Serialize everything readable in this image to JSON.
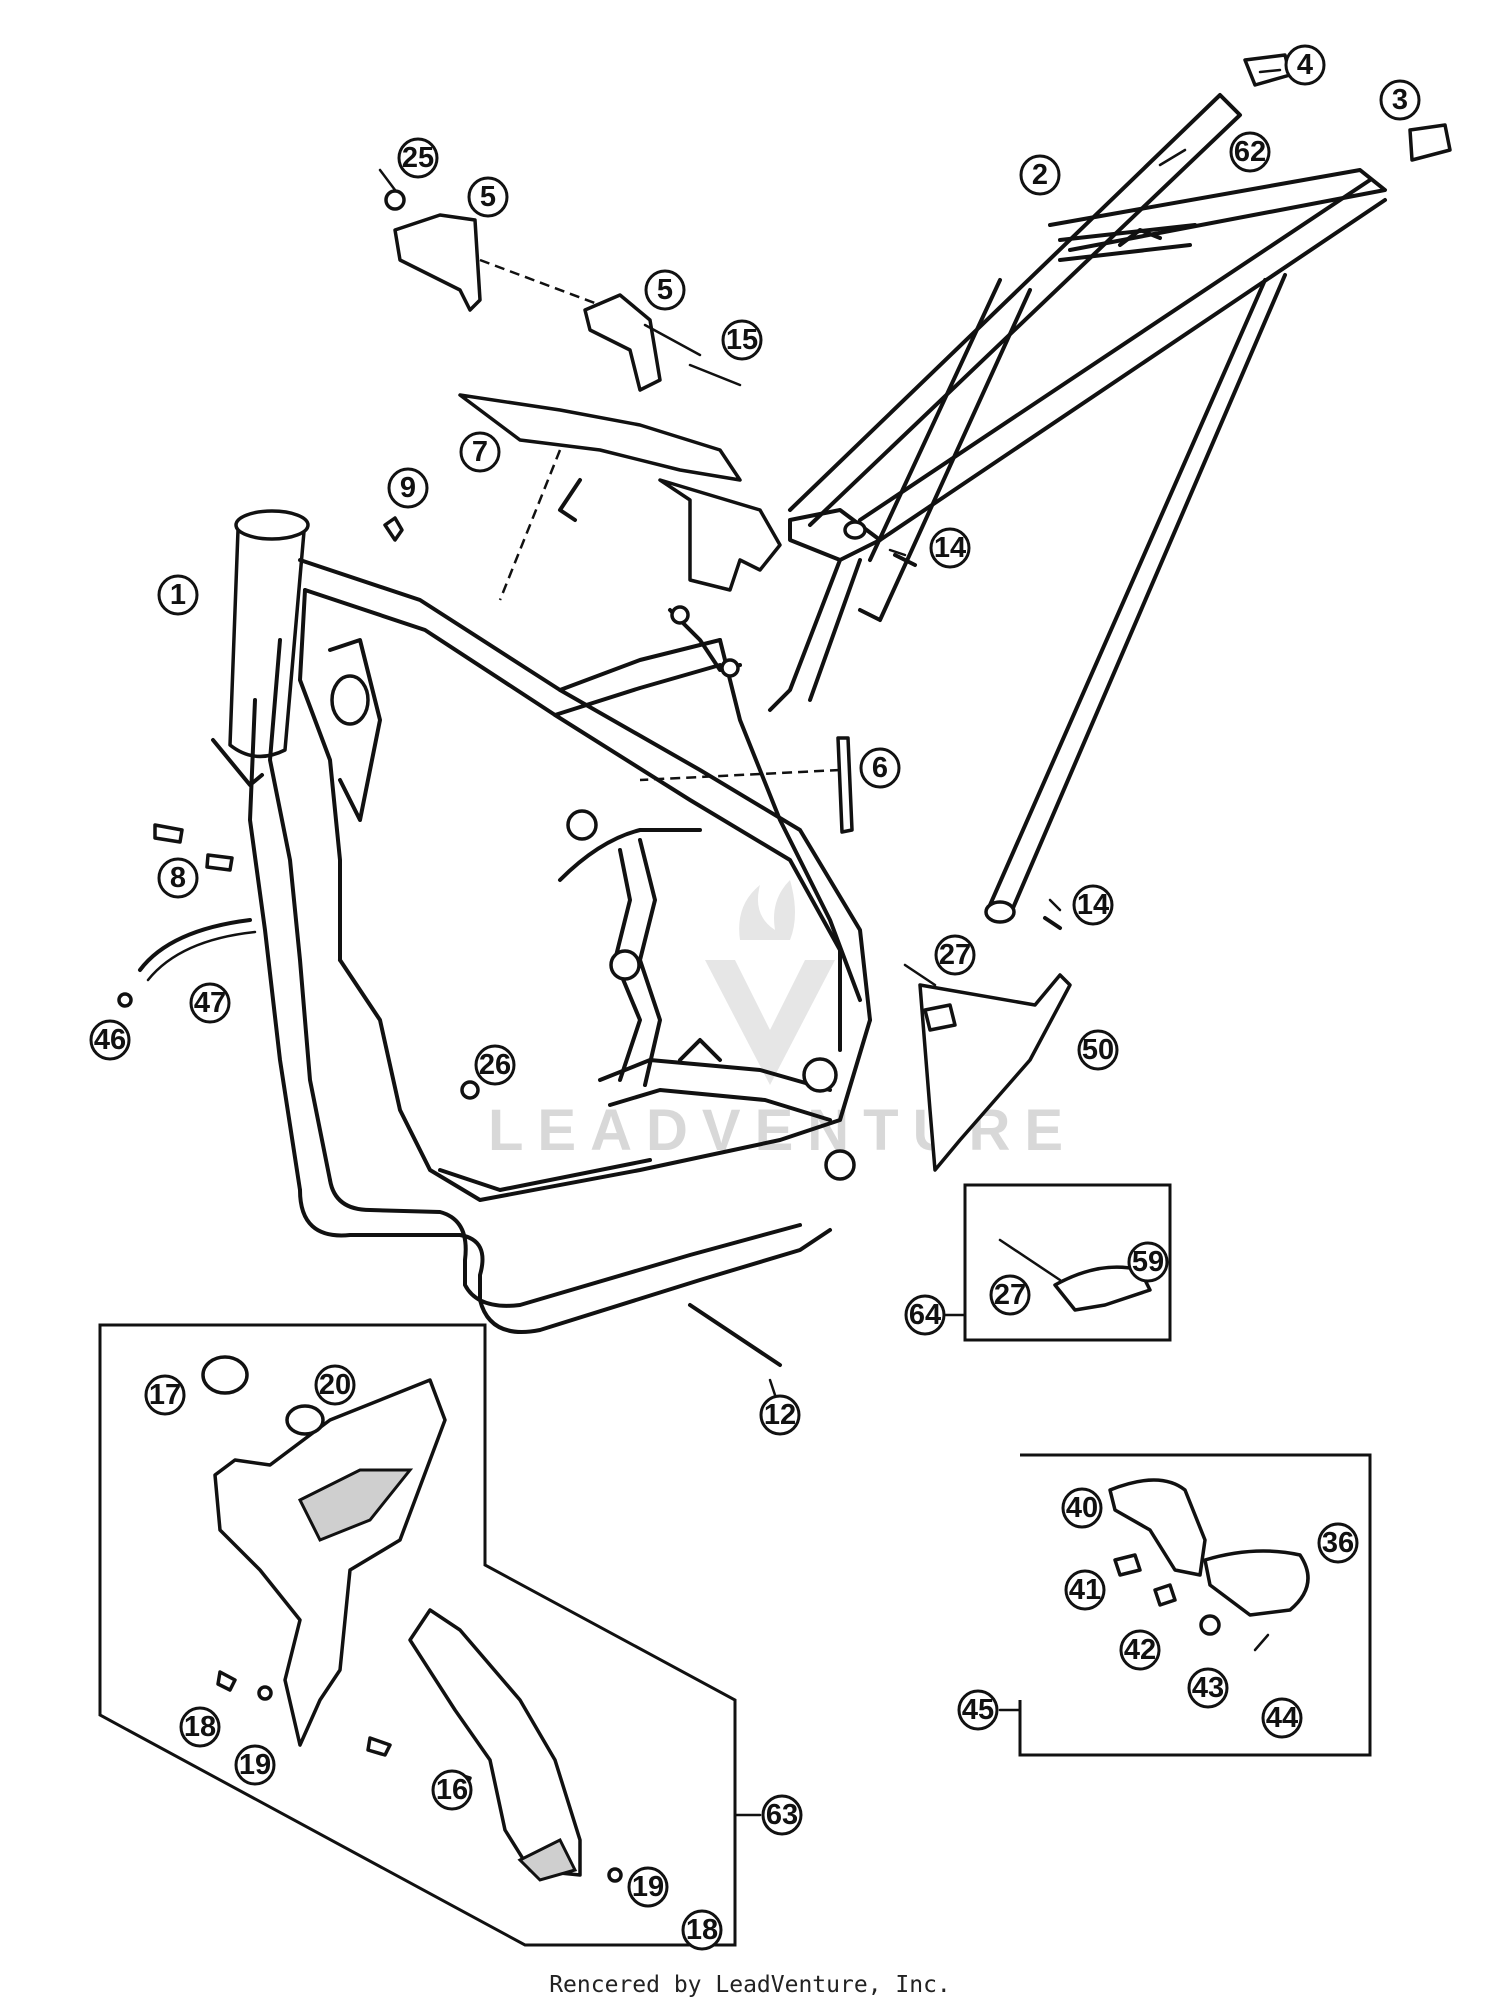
{
  "callouts": [
    {
      "label": "1"
    },
    {
      "label": "2"
    },
    {
      "label": "3"
    },
    {
      "label": "4"
    },
    {
      "label": "5"
    },
    {
      "label": "5"
    },
    {
      "label": "6"
    },
    {
      "label": "7"
    },
    {
      "label": "8"
    },
    {
      "label": "9"
    },
    {
      "label": "12"
    },
    {
      "label": "14"
    },
    {
      "label": "14"
    },
    {
      "label": "15"
    },
    {
      "label": "16"
    },
    {
      "label": "17"
    },
    {
      "label": "18"
    },
    {
      "label": "18"
    },
    {
      "label": "19"
    },
    {
      "label": "19"
    },
    {
      "label": "20"
    },
    {
      "label": "25"
    },
    {
      "label": "26"
    },
    {
      "label": "27"
    },
    {
      "label": "27"
    },
    {
      "label": "36"
    },
    {
      "label": "40"
    },
    {
      "label": "41"
    },
    {
      "label": "42"
    },
    {
      "label": "43"
    },
    {
      "label": "44"
    },
    {
      "label": "45"
    },
    {
      "label": "46"
    },
    {
      "label": "47"
    },
    {
      "label": "50"
    },
    {
      "label": "59"
    },
    {
      "label": "62"
    },
    {
      "label": "63"
    },
    {
      "label": "64"
    }
  ],
  "watermark": "LEADVENTURE",
  "footer": "Rencered by LeadVenture, Inc."
}
